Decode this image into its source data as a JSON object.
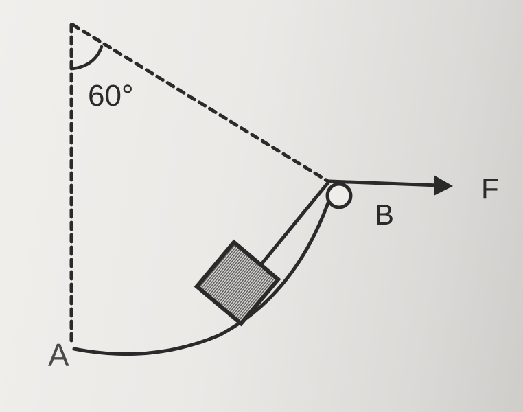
{
  "figure": {
    "type": "physics-mechanics-diagram",
    "description": "Block pulled along a circular-arc track from A to B by a string over a pulley at B with horizontal force F; the arc subtends 60 degrees at the centre",
    "labels": {
      "angle": "60°",
      "point_a": "A",
      "point_b": "B",
      "force": "F"
    },
    "angle_degrees": 60,
    "colors": {
      "ink": "#2a2a2a",
      "paper": "#ebe9e6",
      "block_fill": "#8a8a8a"
    },
    "elements": [
      {
        "name": "vertical-radius",
        "style": "dashed",
        "from": "center",
        "to": "A"
      },
      {
        "name": "slant-radius",
        "style": "dashed",
        "from": "center",
        "to": "B"
      },
      {
        "name": "angle-arc",
        "style": "solid",
        "at": "center",
        "value": "60°"
      },
      {
        "name": "track-arc",
        "style": "solid",
        "from": "A",
        "to": "B"
      },
      {
        "name": "pulley",
        "at": "B"
      },
      {
        "name": "block",
        "on": "track-arc",
        "fill": "shaded"
      },
      {
        "name": "string",
        "from": "block",
        "to": "pulley"
      },
      {
        "name": "force-arrow",
        "from": "pulley",
        "direction": "right",
        "label": "F"
      }
    ]
  }
}
